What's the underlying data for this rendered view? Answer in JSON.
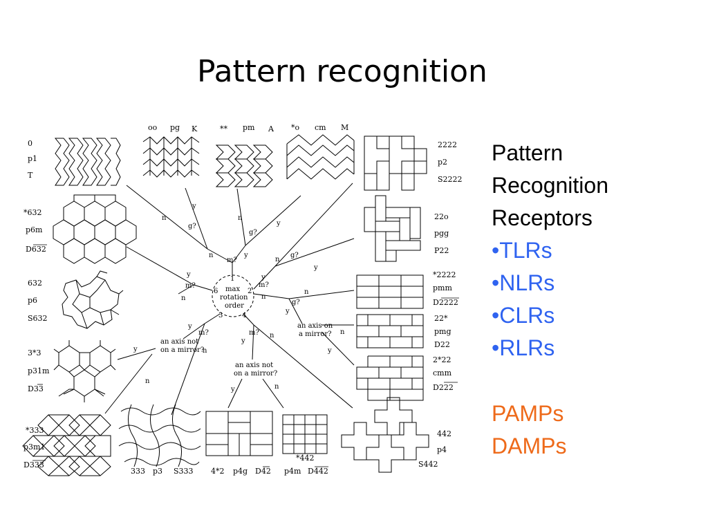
{
  "title": "Pattern recognition",
  "side_list": {
    "heading": [
      "Pattern",
      "Recognition",
      "Receptors"
    ],
    "receptors": [
      "•TLRs",
      "•NLRs",
      "•CLRs",
      "•RLRs"
    ],
    "patterns": [
      "PAMPs",
      "DAMPs"
    ]
  },
  "colors": {
    "receptors": "#2f63f0",
    "patterns": "#ee6a1a",
    "text": "#000000"
  },
  "diagram": {
    "center_top": "1",
    "center_text": [
      "max",
      "rotation",
      "order"
    ],
    "center_numbers": {
      "six": "6",
      "two": "2",
      "three": "3",
      "four": "4"
    },
    "top_labels": [
      {
        "lines": [
          "oo",
          "pg",
          "K"
        ]
      },
      {
        "lines": [
          "**",
          "pm",
          "A"
        ]
      },
      {
        "lines": [
          "*o",
          "cm",
          "M"
        ]
      }
    ],
    "left_labels": [
      {
        "lines": [
          "0",
          "p1",
          "T"
        ]
      },
      {
        "lines": [
          "*632",
          "p6m",
          "D632"
        ]
      },
      {
        "lines": [
          "632",
          "p6",
          "S632"
        ]
      },
      {
        "lines": [
          "3*3",
          "p31m",
          "D33"
        ]
      },
      {
        "lines": [
          "*333",
          "p3m1",
          "D333"
        ]
      }
    ],
    "right_labels": [
      {
        "lines": [
          "2222",
          "p2",
          "S2222"
        ]
      },
      {
        "lines": [
          "22o",
          "pgg",
          "P22"
        ]
      },
      {
        "lines": [
          "*2222",
          "pmm",
          "D2222"
        ]
      },
      {
        "lines": [
          "22*",
          "pmg",
          "D22"
        ]
      },
      {
        "lines": [
          "2*22",
          "cmm",
          "D222"
        ]
      },
      {
        "lines": [
          "442",
          "p4",
          "S442"
        ]
      }
    ],
    "bottom_labels": [
      {
        "lines": [
          "333",
          "p3",
          "S333"
        ]
      },
      {
        "lines": [
          "4*2",
          "p4g",
          "D42"
        ]
      },
      {
        "lines": [
          "*442",
          "p4m",
          "D442"
        ]
      }
    ],
    "questions": {
      "m": "m?",
      "g": "g?",
      "y": "y",
      "n": "n",
      "axis_mirror": [
        "an axis not",
        "on a mirror?"
      ],
      "axis_on_mirror": [
        "an axis on",
        "a mirror?"
      ]
    }
  }
}
